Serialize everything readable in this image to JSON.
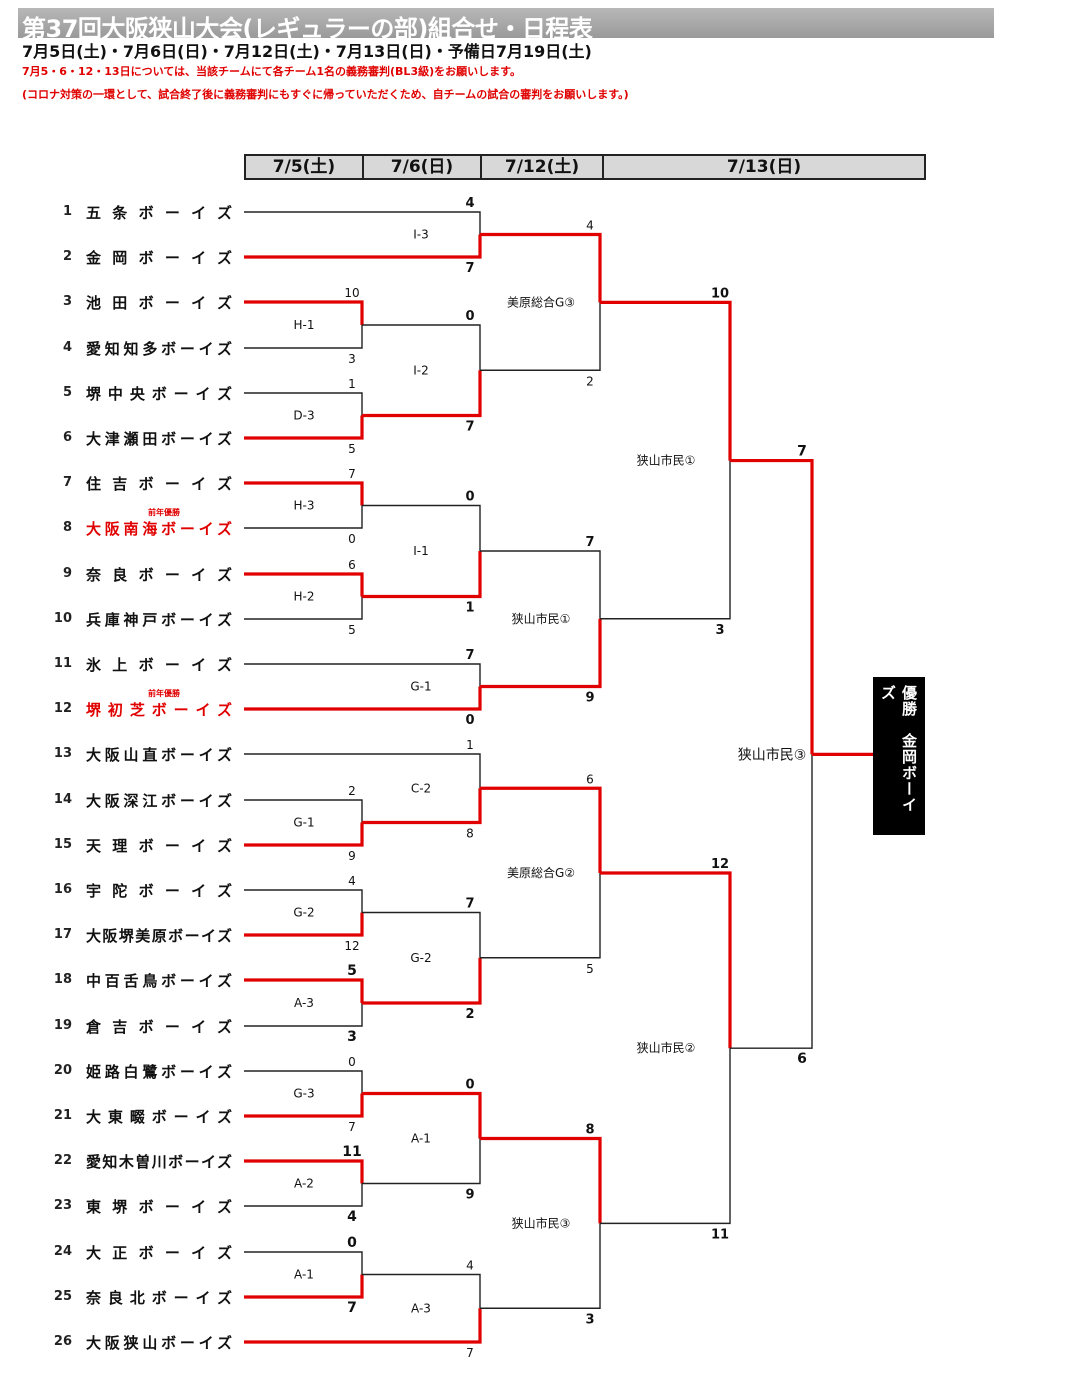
{
  "title": "第37回大阪狭山大会(レギュラーの部)組合せ・日程表",
  "dates": "7月5日(土)・7月6日(日)・7月12日(土)・7月13日(日)・予備日7月19日(土)",
  "note1": "7月5・6・12・13日については、当該チームにて各チーム1名の義務審判(BL3級)をお願いします。",
  "note2": "(コロナ対策の一環として、試合終了後に義務審判にもすぐに帰っていただくため、自チームの試合の審判をお願いします。)",
  "headers": [
    "7/5(土)",
    "7/6(日)",
    "7/12(土)",
    "7/13(日)"
  ],
  "seed_label": "前年優勝",
  "teams": [
    {
      "num": "1",
      "name": "五条ボーイズ",
      "red": false
    },
    {
      "num": "2",
      "name": "金岡ボーイズ",
      "red": false
    },
    {
      "num": "3",
      "name": "池田ボーイズ",
      "red": false
    },
    {
      "num": "4",
      "name": "愛知知多ボーイズ",
      "red": false
    },
    {
      "num": "5",
      "name": "堺中央ボーイズ",
      "red": false
    },
    {
      "num": "6",
      "name": "大津瀬田ボーイズ",
      "red": false
    },
    {
      "num": "7",
      "name": "住吉ボーイズ",
      "red": false
    },
    {
      "num": "8",
      "name": "大阪南海ボーイズ",
      "red": true
    },
    {
      "num": "9",
      "name": "奈良ボーイズ",
      "red": false
    },
    {
      "num": "10",
      "name": "兵庫神戸ボーイズ",
      "red": false
    },
    {
      "num": "11",
      "name": "氷上ボーイズ",
      "red": false
    },
    {
      "num": "12",
      "name": "堺初芝ボーイズ",
      "red": true
    },
    {
      "num": "13",
      "name": "大阪山直ボーイズ",
      "red": false
    },
    {
      "num": "14",
      "name": "大阪深江ボーイズ",
      "red": false
    },
    {
      "num": "15",
      "name": "天理ボーイズ",
      "red": false
    },
    {
      "num": "16",
      "name": "宇陀ボーイズ",
      "red": false
    },
    {
      "num": "17",
      "name": "大阪堺美原ボーイズ",
      "red": false
    },
    {
      "num": "18",
      "name": "中百舌鳥ボーイズ",
      "red": false
    },
    {
      "num": "19",
      "name": "倉吉ボーイズ",
      "red": false
    },
    {
      "num": "20",
      "name": "姫路白鷺ボーイズ",
      "red": false
    },
    {
      "num": "21",
      "name": "大東畷ボーイズ",
      "red": false
    },
    {
      "num": "22",
      "name": "愛知木曽川ボーイズ",
      "red": false
    },
    {
      "num": "23",
      "name": "東堺ボーイズ",
      "red": false
    },
    {
      "num": "24",
      "name": "大正ボーイズ",
      "red": false
    },
    {
      "num": "25",
      "name": "奈良北ボーイズ",
      "red": false
    },
    {
      "num": "26",
      "name": "大阪狭山ボーイズ",
      "red": false
    }
  ],
  "venues": {
    "I3": "I-3",
    "H1": "H-1",
    "I2": "I-2",
    "D3": "D-3",
    "H3": "H-3",
    "I1": "I-1",
    "H2": "H-2",
    "G1a": "G-1",
    "C2": "C-2",
    "G1b": "G-1",
    "G2a": "G-2",
    "G2b": "G-2",
    "A3a": "A-3",
    "G3": "G-3",
    "A1a": "A-1",
    "A2": "A-2",
    "A1b": "A-1",
    "A3b": "A-3",
    "mihara3": "美原総合G③",
    "sayama1": "狭山市民①",
    "mihara2": "美原総合G②",
    "sayama3": "狭山市民③",
    "sf1": "狭山市民①",
    "sf2": "狭山市民②",
    "final": "狭山市民③"
  },
  "scores": {
    "s1": "4",
    "s2": "7",
    "s3": "10",
    "s4": "3",
    "s5": "1",
    "s6": "5",
    "s7": "7",
    "s8": "0",
    "s9": "6",
    "s10": "5",
    "s11": "7",
    "s12": "0",
    "s13": "1",
    "s14": "2",
    "s15": "9",
    "s16": "4",
    "s17": "12",
    "s18": "5",
    "s19": "3",
    "s20": "0",
    "s21": "7",
    "s22": "11",
    "s23": "4",
    "s24": "0",
    "s25": "7",
    "s26": "7",
    "qI2t": "0",
    "qI2b": "7",
    "qI1t": "0",
    "qI1b": "1",
    "qC2b": "8",
    "qG2t": "7",
    "qG2b": "2",
    "qA1t": "0",
    "qA1b": "9",
    "qA3t": "4",
    "r1t": "4",
    "r1b": "2",
    "r2t": "7",
    "r2b": "9",
    "r3t": "6",
    "r3b": "5",
    "r4t": "8",
    "r4b": "3",
    "sf1t": "10",
    "sf1b": "3",
    "sf2t": "12",
    "sf2b": "11",
    "ft": "7",
    "fb": "6"
  },
  "winner": {
    "label": "優勝",
    "team": "金岡ボーイズ"
  },
  "colors": {
    "win": "#e00000",
    "lose": "#222222"
  }
}
